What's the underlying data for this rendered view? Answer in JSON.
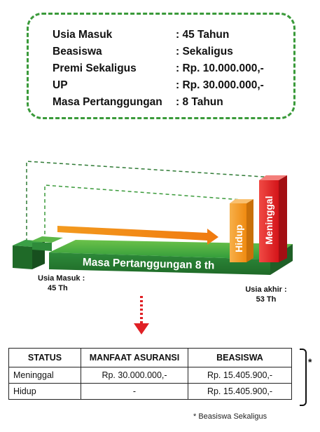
{
  "info": {
    "rows": [
      {
        "label": "Usia Masuk",
        "value": ": 45 Tahun"
      },
      {
        "label": "Beasiswa",
        "value": ": Sekaligus"
      },
      {
        "label": "Premi Sekaligus",
        "value": ": Rp. 10.000.000,-"
      },
      {
        "label": "UP",
        "value": ": Rp. 30.000.000,-"
      },
      {
        "label": "Masa Pertanggungan",
        "value": ": 8 Tahun"
      }
    ]
  },
  "diagram": {
    "platform_label": "Masa Pertanggungan 8 th",
    "bar_alive_label": "Hidup",
    "bar_death_label": "Meninggal",
    "start_label_line1": "Usia Masuk :",
    "start_label_line2": "45 Th",
    "end_label_line1": "Usia akhir :",
    "end_label_line2": "53 Th",
    "colors": {
      "green": "#2e8b3a",
      "dark_green": "#1f5f27",
      "orange": "#f39a1e",
      "red": "#e02025",
      "dashed_green": "#3a9a3a",
      "arrow_down": "#e02025"
    }
  },
  "table": {
    "headers": [
      "STATUS",
      "MANFAAT ASURANSI",
      "BEASISWA"
    ],
    "rows": [
      [
        "Meninggal",
        "Rp. 30.000.000,-",
        "Rp. 15.405.900,-"
      ],
      [
        "Hidup",
        "-",
        "Rp. 15.405.900,-"
      ]
    ],
    "bracket_mark": "*"
  },
  "footnote": "* Beasiswa Sekaligus"
}
